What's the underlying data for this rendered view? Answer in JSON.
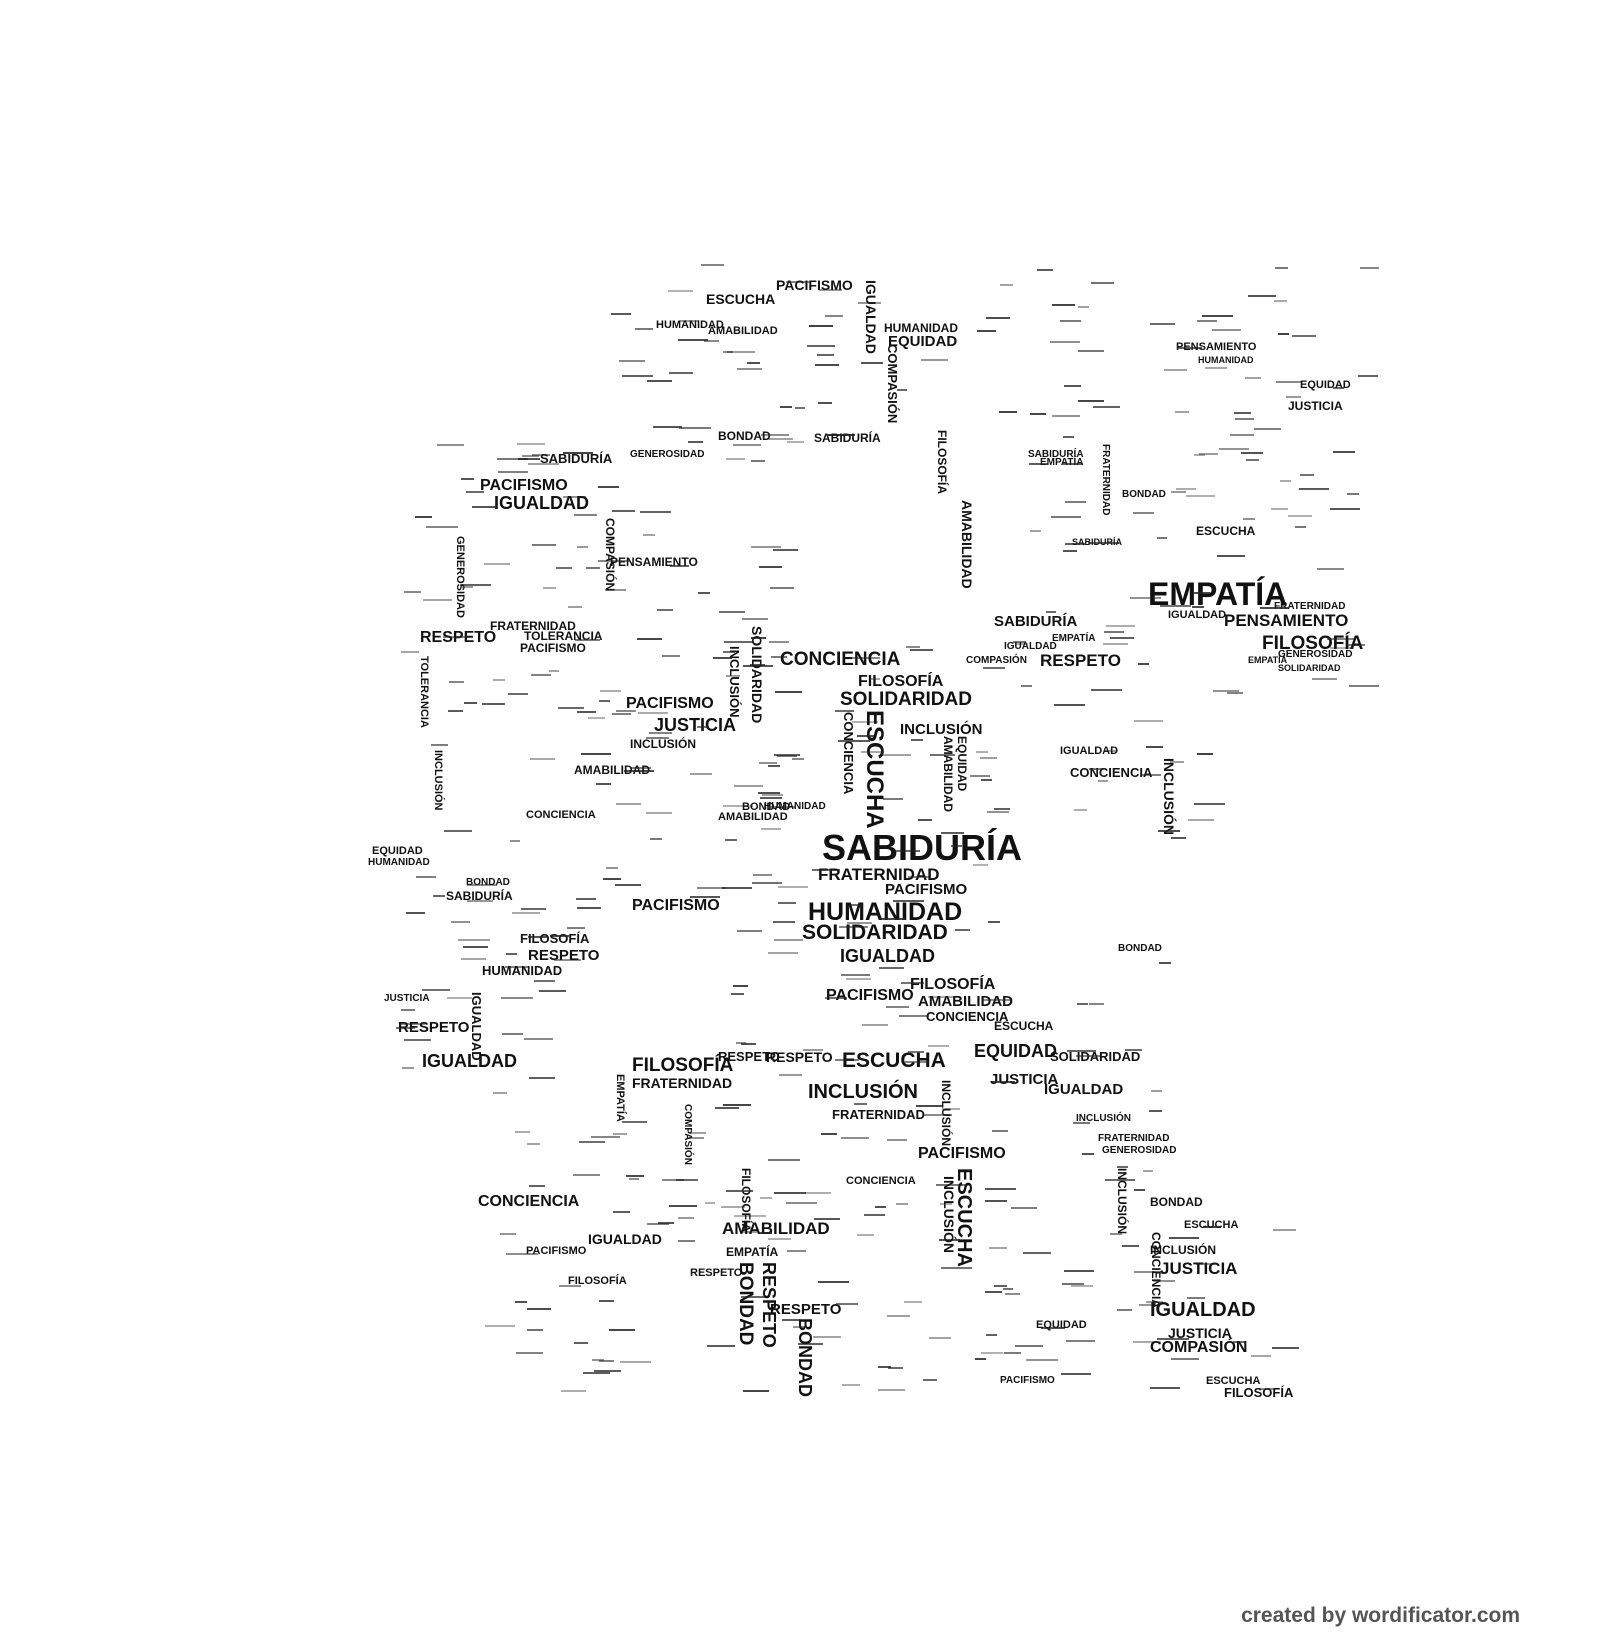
{
  "vocabulary": [
    "EMPATÍA",
    "EQUIDAD",
    "BONDAD",
    "PACIFISMO",
    "ESCUCHA",
    "HUMANIDAD",
    "AMABILIDAD",
    "IGUALDAD",
    "COMPASIÓN",
    "INCLUSIÓN",
    "SABIDURÍA",
    "GENEROSIDAD",
    "TOLERANCIA",
    "CONCIENCIA",
    "RESPETO",
    "JUSTICIA",
    "FILOSOFÍA",
    "SOLIDARIDAD",
    "FRATERNIDAD",
    "PENSAMIENTO"
  ],
  "credit": "created by wordificator.com",
  "colors": {
    "background": "#ffffff",
    "text": "#111111",
    "credit": "#555555"
  }
}
